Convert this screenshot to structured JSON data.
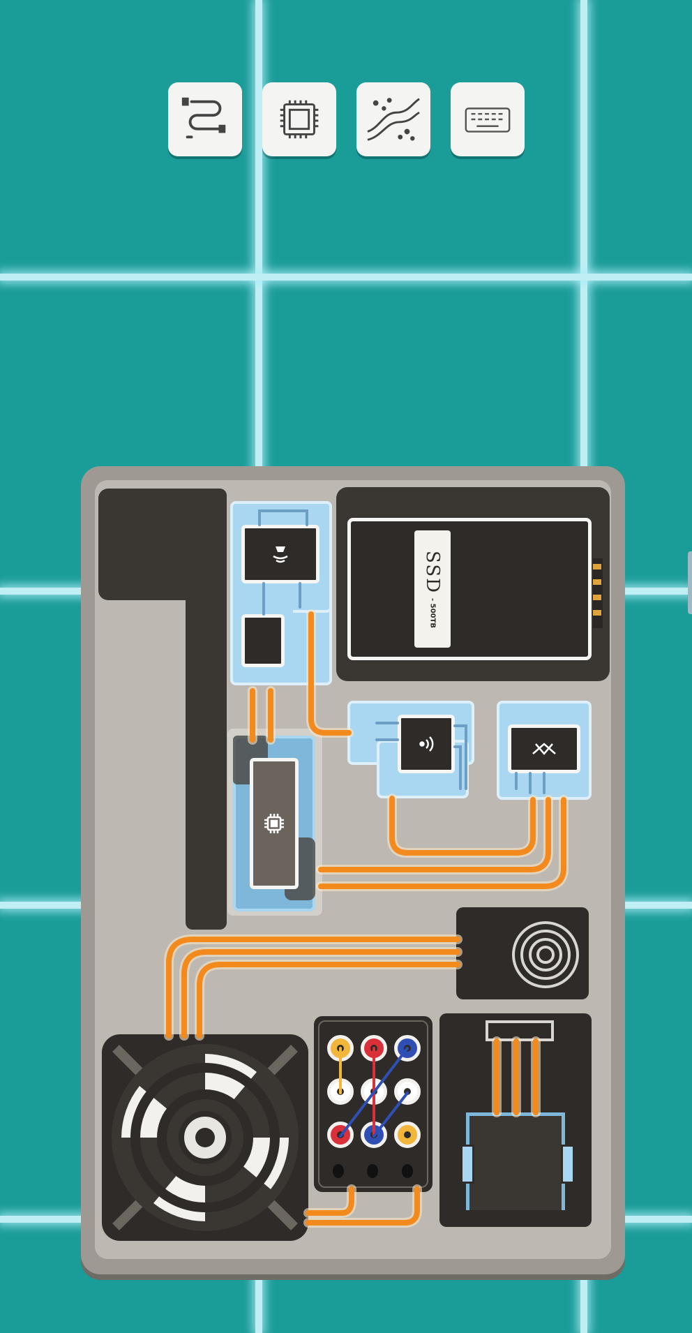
{
  "toolbar": {
    "items": [
      {
        "id": "cable",
        "icon": "cable-icon"
      },
      {
        "id": "chip",
        "icon": "chip-icon"
      },
      {
        "id": "terrain",
        "icon": "terrain-icon"
      },
      {
        "id": "keyboard",
        "icon": "keyboard-icon"
      }
    ]
  },
  "board": {
    "ssd": {
      "label": "SSD",
      "capacity": "- 500TB"
    },
    "components": [
      {
        "id": "audio-chip",
        "icon": "speaker-icon"
      },
      {
        "id": "small-chip",
        "icon": "blank-chip-icon"
      },
      {
        "id": "wifi-chip",
        "icon": "wifi-icon"
      },
      {
        "id": "bluetooth-chip",
        "icon": "bluetooth-icon"
      },
      {
        "id": "cpu-chip",
        "icon": "cpu-icon"
      },
      {
        "id": "speaker",
        "icon": "speaker-cone-icon"
      },
      {
        "id": "cooling-fan",
        "icon": "fan-icon"
      },
      {
        "id": "jack-panel",
        "icon": "rca-jack-icon"
      },
      {
        "id": "connector-port",
        "icon": "connector-icon"
      }
    ],
    "jack_pins": {
      "rows": [
        [
          "#f2b63a",
          "#d9303a",
          "#2f4fb5"
        ],
        [
          "#ffffff",
          "#ffffff",
          "#ffffff"
        ],
        [
          "#d9303a",
          "#2f4fb5",
          "#f2b63a"
        ]
      ]
    },
    "colors": {
      "wire": "#f28a1e",
      "slot": "#a9d6f0",
      "board": "#bdb9b2",
      "dark": "#3a3733"
    }
  }
}
